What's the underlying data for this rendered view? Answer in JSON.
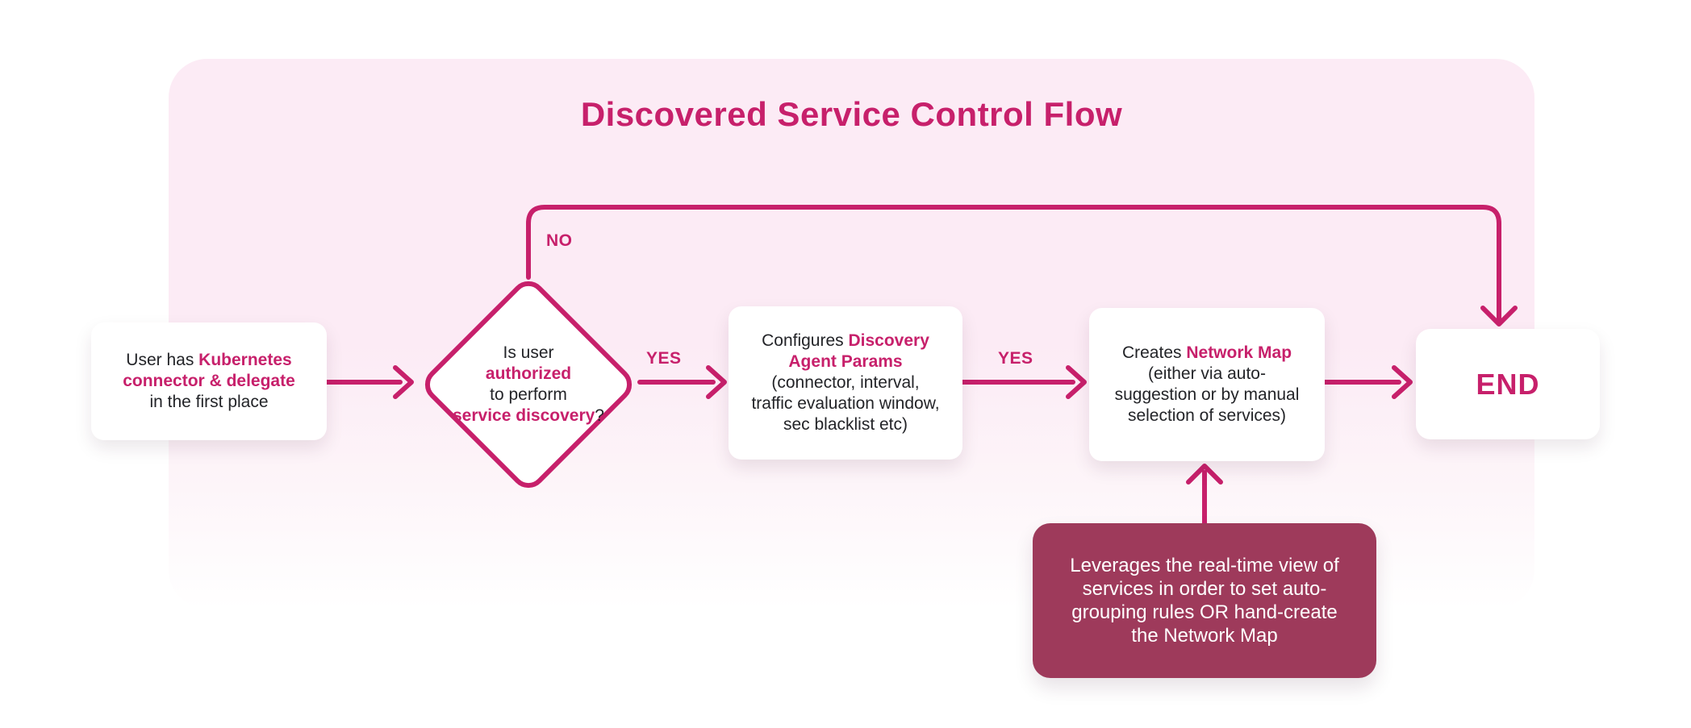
{
  "title": "Discovered Service Control Flow",
  "colors": {
    "accent": "#c7206b",
    "panel_background": "#fcebf5",
    "annotation_background": "#9e3a5b",
    "annotation_text": "#ffffff",
    "node_background": "#ffffff",
    "body_text": "#232428"
  },
  "edge_labels": {
    "no": "NO",
    "yes_decision_to_configure": "YES",
    "yes_configure_to_network_map": "YES"
  },
  "nodes": {
    "start": {
      "lines": [
        [
          {
            "t": "User has "
          },
          {
            "t": "Kubernetes",
            "accent": true
          }
        ],
        [
          {
            "t": "connector & delegate",
            "accent": true
          }
        ],
        [
          {
            "t": "in the first place"
          }
        ]
      ]
    },
    "decision": {
      "lines": [
        [
          {
            "t": "Is user"
          }
        ],
        [
          {
            "t": "authorized",
            "accent": true
          }
        ],
        [
          {
            "t": "to perform"
          }
        ],
        [
          {
            "t": "service discovery",
            "accent": true
          },
          {
            "t": "?"
          }
        ]
      ]
    },
    "configure": {
      "lines": [
        [
          {
            "t": "Configures "
          },
          {
            "t": "Discovery",
            "accent": true
          }
        ],
        [
          {
            "t": "Agent Params",
            "accent": true
          }
        ],
        [
          {
            "t": "(connector, interval,"
          }
        ],
        [
          {
            "t": "traffic evaluation window,"
          }
        ],
        [
          {
            "t": "sec blacklist etc)"
          }
        ]
      ]
    },
    "network_map": {
      "lines": [
        [
          {
            "t": "Creates "
          },
          {
            "t": "Network Map",
            "accent": true
          }
        ],
        [
          {
            "t": "(either via auto-"
          }
        ],
        [
          {
            "t": "suggestion or by manual"
          }
        ],
        [
          {
            "t": "selection of services)"
          }
        ]
      ]
    },
    "end": {
      "label": "END"
    },
    "annotation": {
      "lines": [
        [
          {
            "t": "Leverages the real-time view of"
          }
        ],
        [
          {
            "t": "services in order to set auto-"
          }
        ],
        [
          {
            "t": "grouping rules OR hand-create"
          }
        ],
        [
          {
            "t": "the Network Map"
          }
        ]
      ]
    }
  }
}
